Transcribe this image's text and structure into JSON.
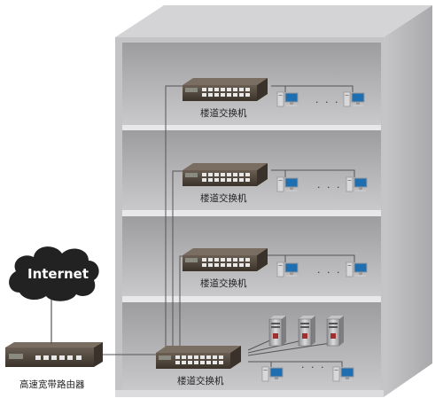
{
  "cloud": {
    "label": "Internet"
  },
  "router": {
    "label": "高速宽带路由器"
  },
  "switches": [
    {
      "label": "楼道交换机"
    },
    {
      "label": "楼道交换机"
    },
    {
      "label": "楼道交换机"
    },
    {
      "label": "楼道交换机"
    }
  ],
  "ellipsis": "· · ·",
  "colors": {
    "cabinet_front": "#c4c4c6",
    "cabinet_side": "#b3b3b5",
    "shelf": "#e7e7e9",
    "device": "#4a4035",
    "cloud": "#222222",
    "cable": "#555555",
    "pc": "#1f6fb0"
  },
  "icons": [
    "cloud-icon",
    "router-icon",
    "switch-icon",
    "pc-icon",
    "server-icon"
  ]
}
